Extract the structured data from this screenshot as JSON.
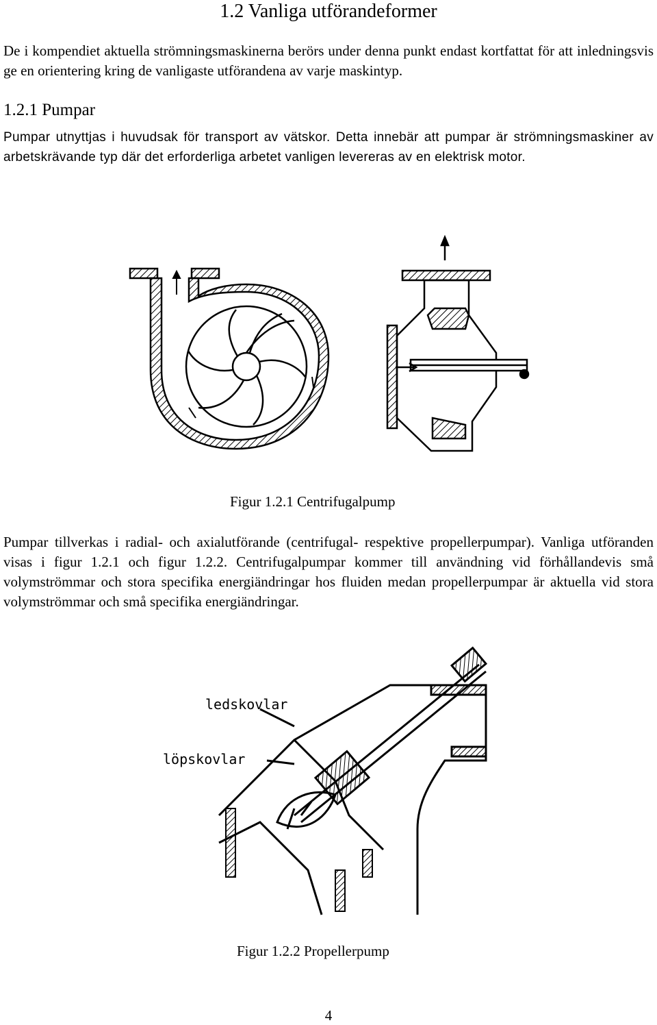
{
  "section": {
    "title": "1.2 Vanliga utförandeformer",
    "intro": "De i kompendiet aktuella strömningsmaskinerna berörs under denna punkt endast kortfattat för att inledningsvis ge en orientering kring de vanligaste utförandena av varje maskintyp."
  },
  "subsection": {
    "heading": "1.2.1 Pumpar",
    "text": "Pumpar utnyttjas i huvudsak för transport av vätskor. Detta innebär att pumpar är strömningsmaskiner av arbetskrävande typ där det erforderliga arbetet vanligen levereras av en elektrisk motor."
  },
  "figure1": {
    "caption": "Figur 1.2.1 Centrifugalpump"
  },
  "body": {
    "text": "Pumpar tillverkas i radial- och axialutförande (centrifugal- respektive propellerpumpar). Vanliga utföranden visas i figur 1.2.1 och figur 1.2.2. Centrifugalpumpar kommer till användning vid förhållandevis små volymströmmar och stora specifika energiändringar hos fluiden medan propellerpumpar är aktuella vid stora volymströmmar och små specifika energiändringar."
  },
  "figure2": {
    "label_guide": "ledskovlar",
    "label_runner": "löpskovlar",
    "caption": "Figur 1.2.2 Propellerpump"
  },
  "page": {
    "number": "4"
  }
}
